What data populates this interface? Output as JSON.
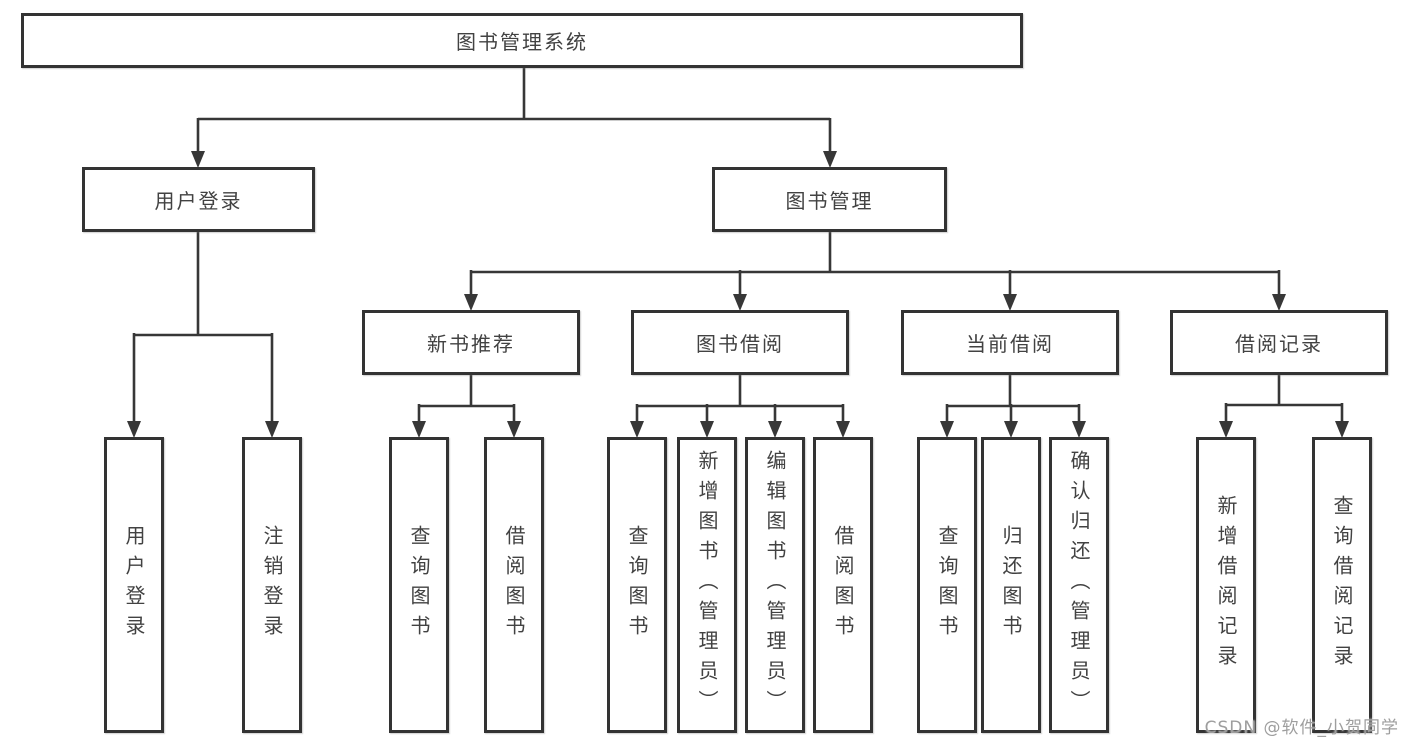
{
  "tree": {
    "root": {
      "label": "图书管理系统"
    },
    "branches": [
      {
        "label": "用户登录",
        "children": [
          {
            "label": "用户登录"
          },
          {
            "label": "注销登录"
          }
        ]
      },
      {
        "label": "图书管理",
        "children": [
          {
            "label": "新书推荐",
            "children": [
              {
                "label": "查询图书"
              },
              {
                "label": "借阅图书"
              }
            ]
          },
          {
            "label": "图书借阅",
            "children": [
              {
                "label": "查询图书"
              },
              {
                "label": "新增图书（管理员）"
              },
              {
                "label": "编辑图书（管理员）"
              },
              {
                "label": "借阅图书"
              }
            ]
          },
          {
            "label": "当前借阅",
            "children": [
              {
                "label": "查询图书"
              },
              {
                "label": "归还图书"
              },
              {
                "label": "确认归还（管理员）"
              }
            ]
          },
          {
            "label": "借阅记录",
            "children": [
              {
                "label": "新增借阅记录"
              },
              {
                "label": "查询借阅记录"
              }
            ]
          }
        ]
      }
    ]
  },
  "watermark": "CSDN @软件_小贺同学",
  "colors": {
    "line": "#373737",
    "box_border": "#333333",
    "text": "#424242",
    "background": "#ffffff",
    "watermark": "#9e9e9e"
  }
}
